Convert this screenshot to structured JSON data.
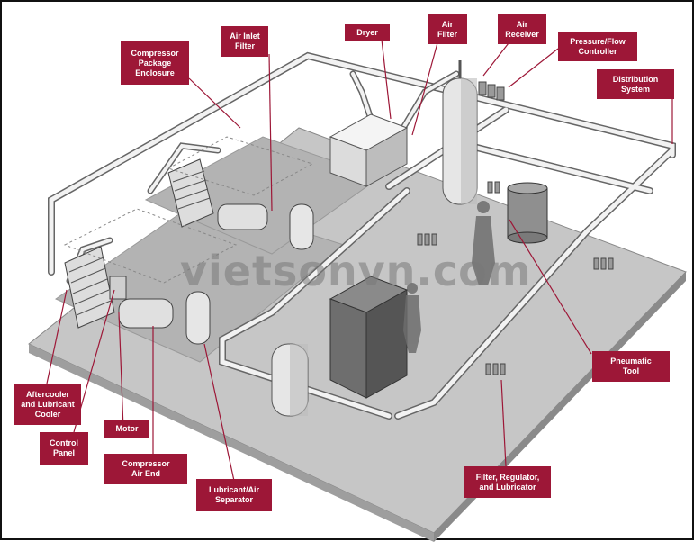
{
  "labels": {
    "compressor_package_enclosure": "Compressor\nPackage\nEnclosure",
    "air_inlet_filter": "Air Inlet\nFilter",
    "dryer": "Dryer",
    "air_filter": "Air\nFilter",
    "air_receiver": "Air\nReceiver",
    "pressure_flow_controller": "Pressure/Flow\nController",
    "distribution_system": "Distribution\nSystem",
    "pneumatic_tool": "Pneumatic\nTool",
    "filter_regulator_lubricator": "Filter, Regulator,\nand Lubricator",
    "lubricant_air_separator": "Lubricant/Air\nSeparator",
    "compressor_air_end": "Compressor\nAir End",
    "motor": "Motor",
    "control_panel": "Control\nPanel",
    "aftercooler": "Aftercooler\nand Lubricant\nCooler"
  },
  "watermark": "vietsonvn.com",
  "colors": {
    "label_bg": "#9d1737",
    "label_text": "#ffffff",
    "floor": "#c9c9c9",
    "pipe": "#ececec",
    "pipe_outline": "#666666",
    "leader": "#9d1737"
  }
}
